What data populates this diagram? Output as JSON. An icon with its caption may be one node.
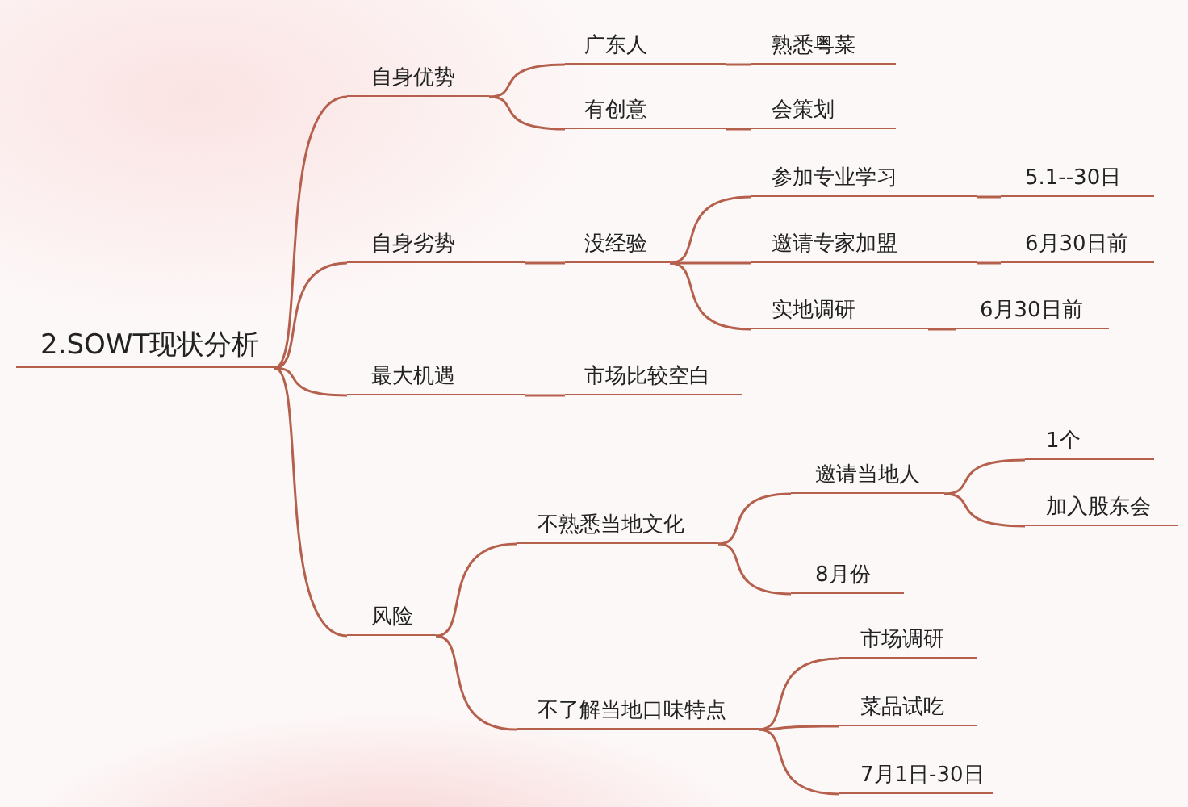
{
  "diagram": {
    "nodes": [
      {
        "text": [
          "2.SOWT现状分析"
        ]
      },
      {
        "text": [
          "自身优势"
        ]
      },
      {
        "text": [
          "广东人"
        ]
      },
      {
        "text": [
          "熟悉粤菜"
        ]
      },
      {
        "text": [
          "有创意"
        ]
      },
      {
        "text": [
          "会策划"
        ]
      },
      {
        "text": [
          "自身劣势"
        ]
      },
      {
        "text": [
          "没经验"
        ]
      },
      {
        "text": [
          "参加专业学习"
        ]
      },
      {
        "text": [
          "5.1--30日"
        ]
      },
      {
        "text": [
          "邀请专家加盟"
        ]
      },
      {
        "text": [
          "6月30日前"
        ]
      },
      {
        "text": [
          "实地调研"
        ]
      },
      {
        "text": [
          "6月30日前"
        ]
      },
      {
        "text": [
          "最大机遇"
        ]
      },
      {
        "text": [
          "市场比较空白"
        ]
      },
      {
        "text": [
          "风险"
        ]
      },
      {
        "text": [
          "不熟悉当地文化"
        ]
      },
      {
        "text": [
          "邀请当地人"
        ]
      },
      {
        "text": [
          "1个"
        ]
      },
      {
        "text": [
          "加入股东会"
        ]
      },
      {
        "text": [
          "8月份"
        ]
      },
      {
        "text": [
          "不了解当地口味特点"
        ]
      },
      {
        "text": [
          "市场调研"
        ]
      },
      {
        "text": [
          "菜品试吃"
        ]
      },
      {
        "text": [
          "7月1日-30日"
        ]
      }
    ],
    "edges": [
      {
        "from": 0,
        "to": 1,
        "arrow": "none"
      },
      {
        "from": 1,
        "to": 2,
        "arrow": "none"
      },
      {
        "from": 2,
        "to": 3,
        "arrow": "none"
      },
      {
        "from": 1,
        "to": 4,
        "arrow": "none"
      },
      {
        "from": 4,
        "to": 5,
        "arrow": "none"
      },
      {
        "from": 0,
        "to": 6,
        "arrow": "none"
      },
      {
        "from": 6,
        "to": 7,
        "arrow": "none"
      },
      {
        "from": 7,
        "to": 8,
        "arrow": "none"
      },
      {
        "from": 8,
        "to": 9,
        "arrow": "none"
      },
      {
        "from": 7,
        "to": 10,
        "arrow": "none"
      },
      {
        "from": 10,
        "to": 11,
        "arrow": "none"
      },
      {
        "from": 7,
        "to": 12,
        "arrow": "none"
      },
      {
        "from": 12,
        "to": 13,
        "arrow": "none"
      },
      {
        "from": 0,
        "to": 14,
        "arrow": "none"
      },
      {
        "from": 14,
        "to": 15,
        "arrow": "none"
      },
      {
        "from": 0,
        "to": 16,
        "arrow": "none"
      },
      {
        "from": 16,
        "to": 17,
        "arrow": "none"
      },
      {
        "from": 17,
        "to": 18,
        "arrow": "none"
      },
      {
        "from": 18,
        "to": 19,
        "arrow": "none"
      },
      {
        "from": 18,
        "to": 20,
        "arrow": "none"
      },
      {
        "from": 17,
        "to": 21,
        "arrow": "none"
      },
      {
        "from": 16,
        "to": 22,
        "arrow": "none"
      },
      {
        "from": 22,
        "to": 23,
        "arrow": "none"
      },
      {
        "from": 22,
        "to": 24,
        "arrow": "none"
      },
      {
        "from": 22,
        "to": 25,
        "arrow": "none"
      }
    ]
  }
}
